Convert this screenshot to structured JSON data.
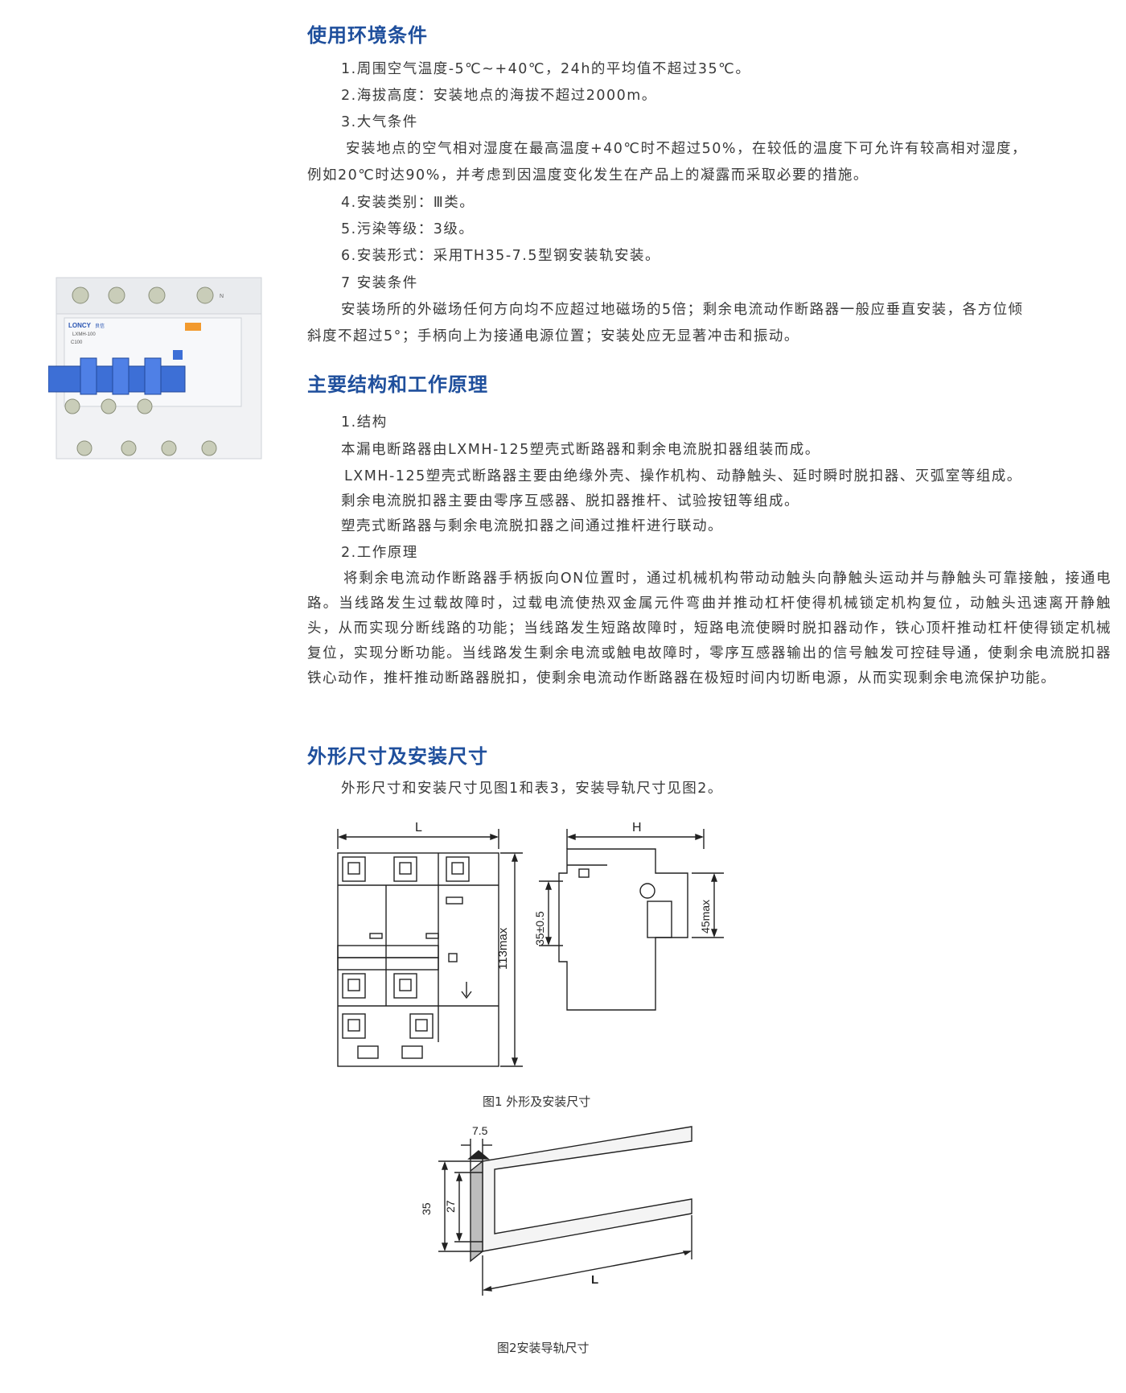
{
  "env": {
    "title": "使用环境条件",
    "items": [
      "1.周围空气温度-5℃~+40℃，24h的平均值不超过35℃。",
      "2.海拔高度：安装地点的海拔不超过2000m。",
      "3.大气条件",
      "安装地点的空气相对湿度在最高温度+40℃时不超过50%，在较低的温度下可允许有较高相对湿度，",
      "例如20℃时达90%，并考虑到因温度变化发生在产品上的凝露而采取必要的措施。",
      "4.安装类别：Ⅲ类。",
      "5.污染等级：3级。",
      "6.安装形式：采用TH35-7.5型钢安装轨安装。",
      "7 安装条件",
      "安装场所的外磁场任何方向均不应超过地磁场的5倍；剩余电流动作断路器一般应垂直安装，各方位倾",
      "斜度不超过5°；手柄向上为接通电源位置；安装处应无显著冲击和振动。"
    ]
  },
  "product": {
    "brand": "LONCY",
    "brand_suffix": "良信",
    "model": "LXMH-100",
    "rating": "C100",
    "n_label": "N"
  },
  "structure": {
    "title": "主要结构和工作原理",
    "items": [
      "1.结构",
      "本漏电断路器由LXMH-125塑壳式断路器和剩余电流脱扣器组装而成。",
      "LXMH-125塑壳式断路器主要由绝缘外壳、操作机构、动静触头、延时瞬时脱扣器、灭弧室等组成。",
      "剩余电流脱扣器主要由零序互感器、脱扣器推杆、试验按钮等组成。",
      "塑壳式断路器与剩余电流脱扣器之间通过推杆进行联动。",
      "2.工作原理"
    ],
    "principle": "将剩余电流动作断路器手柄扳向ON位置时，通过机械机构带动动触头向静触头运动并与静触头可靠接触，接通电路。当线路发生过载故障时，过载电流使热双金属元件弯曲并推动杠杆使得机械锁定机构复位，动触头迅速离开静触头，从而实现分断线路的功能；当线路发生短路故障时，短路电流使瞬时脱扣器动作，铁心顶杆推动杠杆使得锁定机械复位，实现分断功能。当线路发生剩余电流或触电故障时，零序互感器输出的信号触发可控硅导通，使剩余电流脱扣器铁心动作，推杆推动断路器脱扣，使剩余电流动作断路器在极短时间内切断电源，从而实现剩余电流保护功能。"
  },
  "dims": {
    "title": "外形尺寸及安装尺寸",
    "intro": "外形尺寸和安装尺寸见图1和表3，安装导轨尺寸见图2。",
    "fig1": {
      "label_L": "L",
      "label_H": "H",
      "label_113": "113max",
      "label_35": "35±0.5",
      "label_45": "45max",
      "caption": "图1 外形及安装尺寸"
    },
    "fig2": {
      "label_75": "7.5",
      "label_35": "35",
      "label_27": "27",
      "label_L": "L",
      "caption": "图2安装导轨尺寸"
    }
  }
}
